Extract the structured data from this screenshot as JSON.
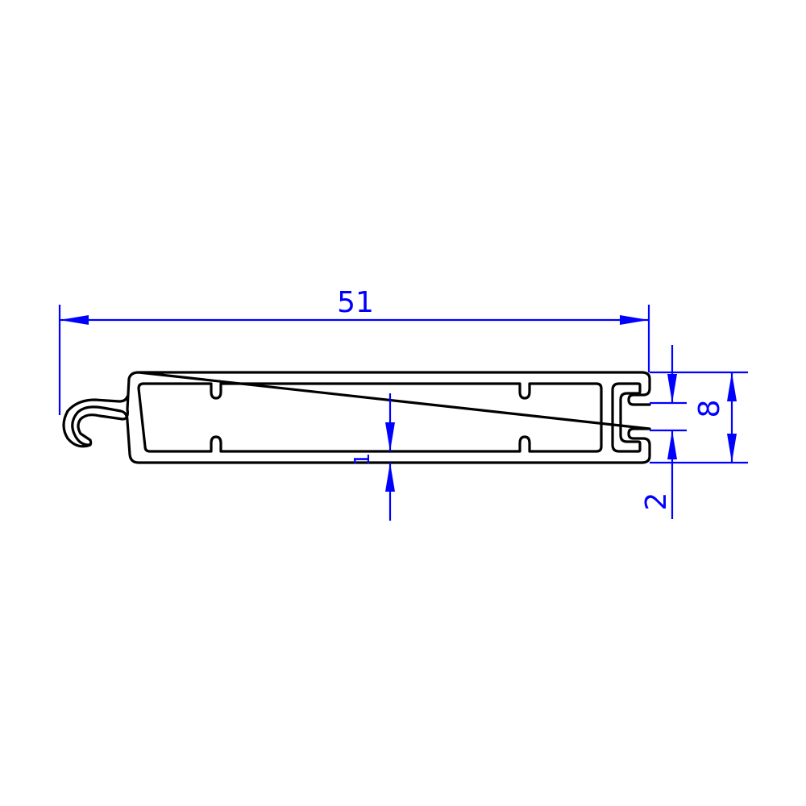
{
  "drawing": {
    "type": "aluminium slat profile cross-section",
    "colors": {
      "profile": "#000000",
      "dimension": "#0000ff",
      "background": "#ffffff"
    },
    "dimensions": {
      "overall_width": "51",
      "groove_height": "8",
      "lip_height": "2",
      "wall_thickness": "1"
    }
  }
}
